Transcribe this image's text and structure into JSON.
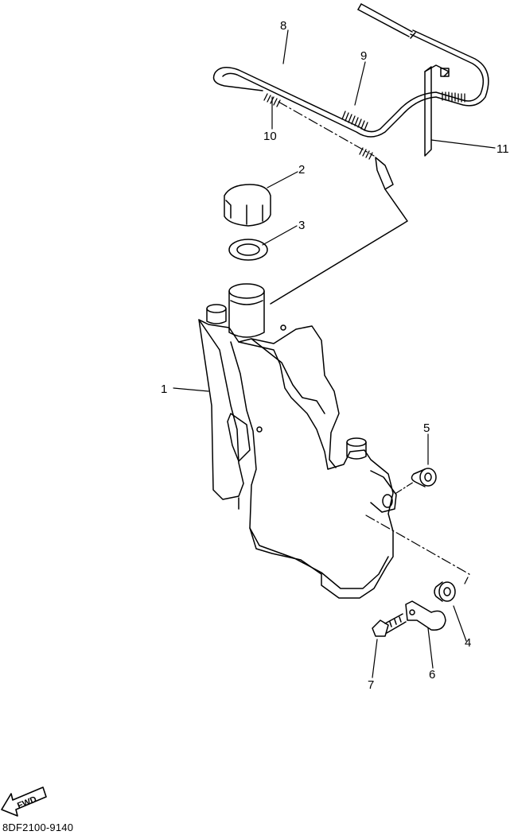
{
  "diagram": {
    "callouts": [
      {
        "id": "1",
        "label": "1"
      },
      {
        "id": "2",
        "label": "2"
      },
      {
        "id": "3",
        "label": "3"
      },
      {
        "id": "4",
        "label": "4"
      },
      {
        "id": "5",
        "label": "5"
      },
      {
        "id": "6",
        "label": "6"
      },
      {
        "id": "7",
        "label": "7"
      },
      {
        "id": "8",
        "label": "8"
      },
      {
        "id": "9",
        "label": "9"
      },
      {
        "id": "10",
        "label": "10"
      },
      {
        "id": "11",
        "label": "11"
      }
    ],
    "fwd_label": "FWD",
    "reference_code": "8DF2100-9140"
  }
}
